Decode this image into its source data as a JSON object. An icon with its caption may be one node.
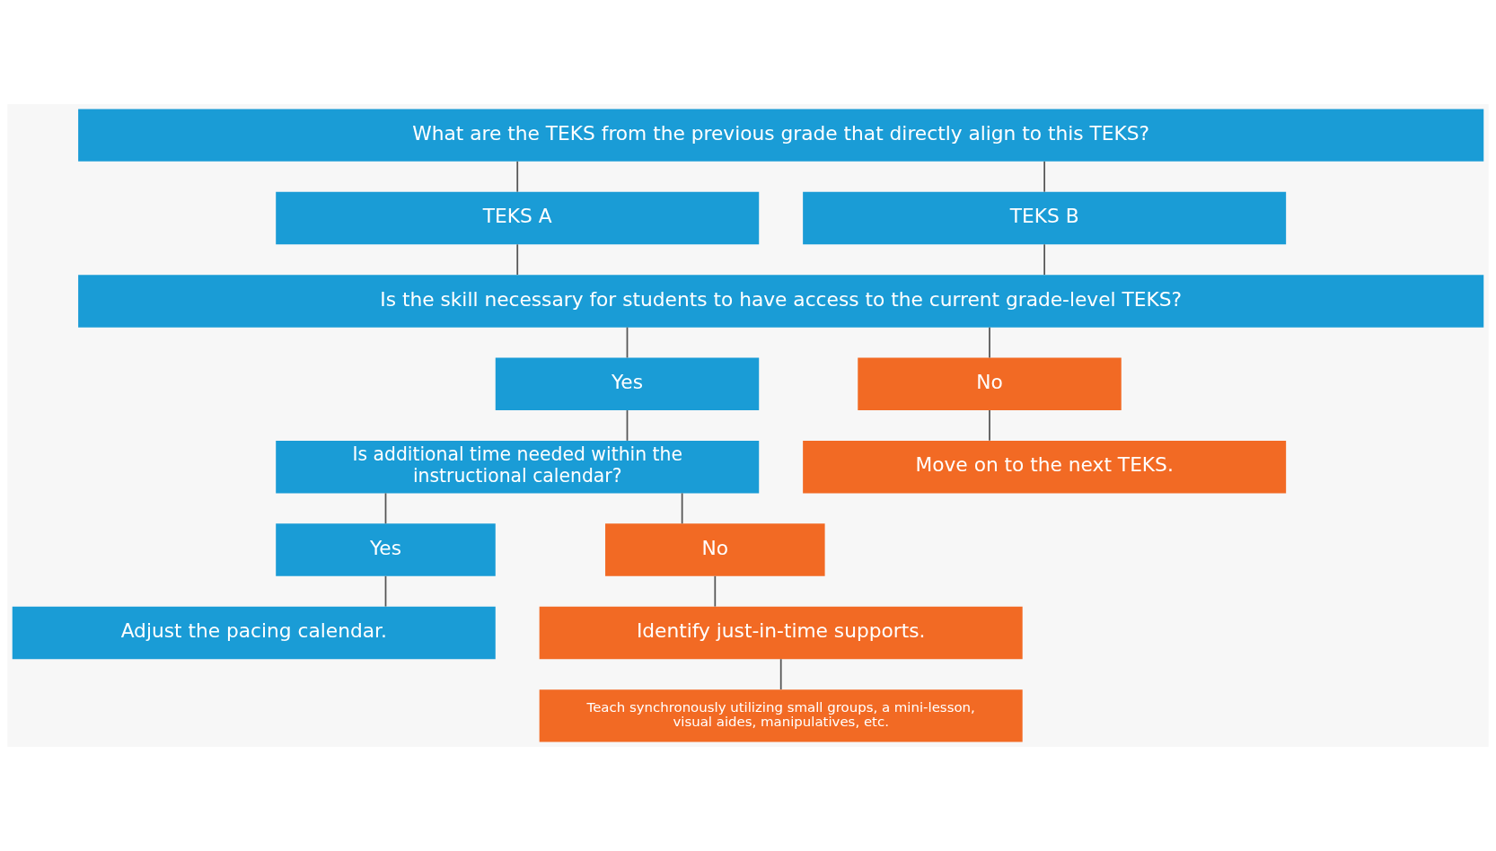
{
  "diagram": {
    "nodes": [
      {
        "text": [
          "What are the TEKS from the previous grade that directly align to this TEKS?"
        ]
      },
      {
        "text": [
          "TEKS A"
        ]
      },
      {
        "text": [
          "TEKS B"
        ]
      },
      {
        "text": [
          "Is the skill necessary for students to have access to the current grade-level TEKS?"
        ]
      },
      {
        "text": [
          "Yes"
        ]
      },
      {
        "text": [
          "No"
        ]
      },
      {
        "text": [
          "Is additional time needed within the instructional calendar?"
        ]
      },
      {
        "text": [
          "Move on to the next TEKS."
        ]
      },
      {
        "text": [
          "Yes"
        ]
      },
      {
        "text": [
          "No"
        ]
      },
      {
        "text": [
          "Adjust the pacing calendar."
        ]
      },
      {
        "text": [
          "Identify just-in-time supports."
        ]
      },
      {
        "text": [
          "Teach synchronously utilizing small groups, a mini-lesson, visual aides, manipulatives, etc."
        ]
      }
    ],
    "edges": [
      {
        "from": 0,
        "to": 1,
        "arrow": "none"
      },
      {
        "from": 0,
        "to": 2,
        "arrow": "none"
      },
      {
        "from": 1,
        "to": 3,
        "arrow": "none"
      },
      {
        "from": 2,
        "to": 3,
        "arrow": "none"
      },
      {
        "from": 3,
        "to": 4,
        "arrow": "none"
      },
      {
        "from": 3,
        "to": 5,
        "arrow": "none"
      },
      {
        "from": 4,
        "to": 6,
        "arrow": "none"
      },
      {
        "from": 5,
        "to": 7,
        "arrow": "none"
      },
      {
        "from": 6,
        "to": 8,
        "arrow": "none"
      },
      {
        "from": 6,
        "to": 9,
        "arrow": "none"
      },
      {
        "from": 8,
        "to": 10,
        "arrow": "none"
      },
      {
        "from": 9,
        "to": 11,
        "arrow": "none"
      },
      {
        "from": 11,
        "to": 12,
        "arrow": "none"
      }
    ]
  }
}
